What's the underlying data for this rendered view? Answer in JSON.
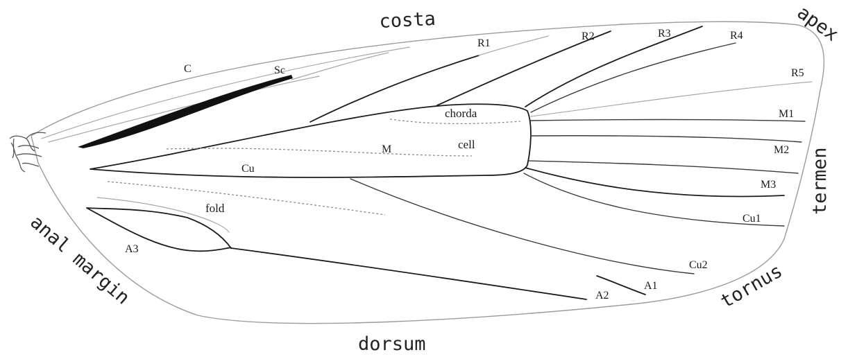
{
  "margins": {
    "costa": "costa",
    "apex": "apex",
    "termen": "termen",
    "tornus": "tornus",
    "dorsum": "dorsum",
    "anal_margin": "anal margin"
  },
  "veins": {
    "C": "C",
    "Sc": "Sc",
    "R1": "R1",
    "R2": "R2",
    "R3": "R3",
    "R4": "R4",
    "R5": "R5",
    "M": "M",
    "M1": "M1",
    "M2": "M2",
    "M3": "M3",
    "Cu": "Cu",
    "Cu1": "Cu1",
    "Cu2": "Cu2",
    "A1": "A1",
    "A2": "A2",
    "A3": "A3"
  },
  "areas": {
    "chorda": "chorda",
    "cell": "cell",
    "fold": "fold"
  },
  "colors": {
    "outline": "#9a9a9a",
    "vein_dark": "#1c1c1c",
    "vein_light": "#a8a8a8",
    "label": "#222222"
  }
}
